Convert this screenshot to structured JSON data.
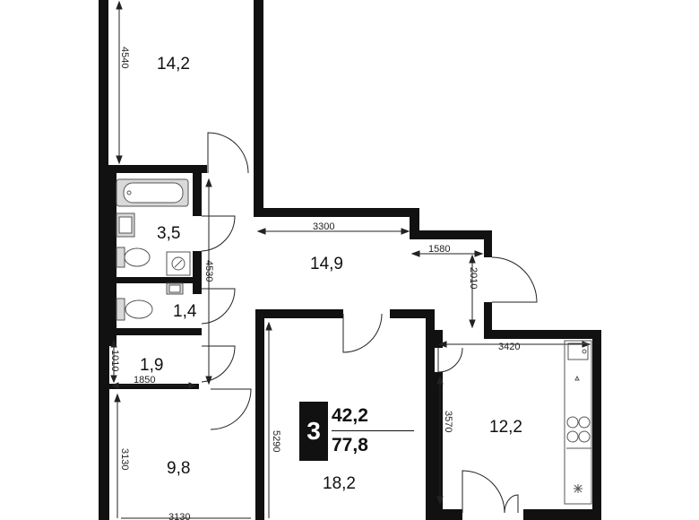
{
  "rooms": {
    "room_top_left": "14,2",
    "bathroom": "3,5",
    "wc": "1,4",
    "storage": "1,9",
    "hall": "14,9",
    "room_bottom_left": "9,8",
    "room_middle": "18,2",
    "kitchen": "12,2"
  },
  "dimensions": {
    "d4540": "4540",
    "d3300": "3300",
    "d1580": "1580",
    "d2010": "2010",
    "d4530": "4530",
    "d1010": "1010",
    "d1850": "1850",
    "d3420": "3420",
    "d3570": "3570",
    "d5290": "5290",
    "d3130_v": "3130",
    "d3130_h": "3130"
  },
  "badge": {
    "rooms_count": "3",
    "living_area": "42,2",
    "total_area": "77,8"
  },
  "colors": {
    "wall": "#111111",
    "fixture": "#555555",
    "bath_fill": "#d9d9d9",
    "line": "#222222"
  }
}
